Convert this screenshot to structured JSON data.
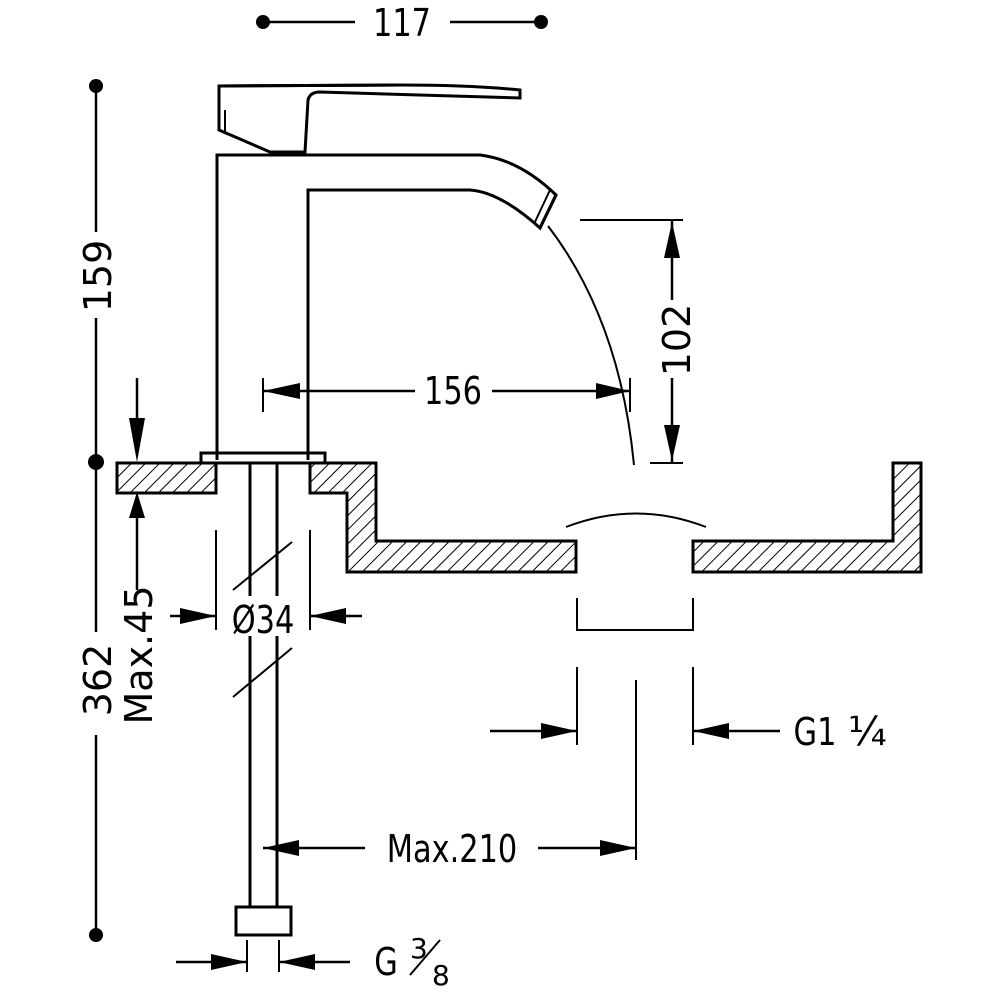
{
  "dimensions": {
    "total_width": "117",
    "height_above_basin": "159",
    "spout_reach": "156",
    "spout_clearance": "102",
    "total_height": "362",
    "max_thickness": "Max.45",
    "hole_diameter": "Ø34",
    "waste_thread_main": "G1",
    "waste_thread_frac": "¼",
    "max_hose_length": "Max.210",
    "supply_thread_main": "G",
    "supply_thread_num": "3",
    "supply_thread_den": "8"
  }
}
